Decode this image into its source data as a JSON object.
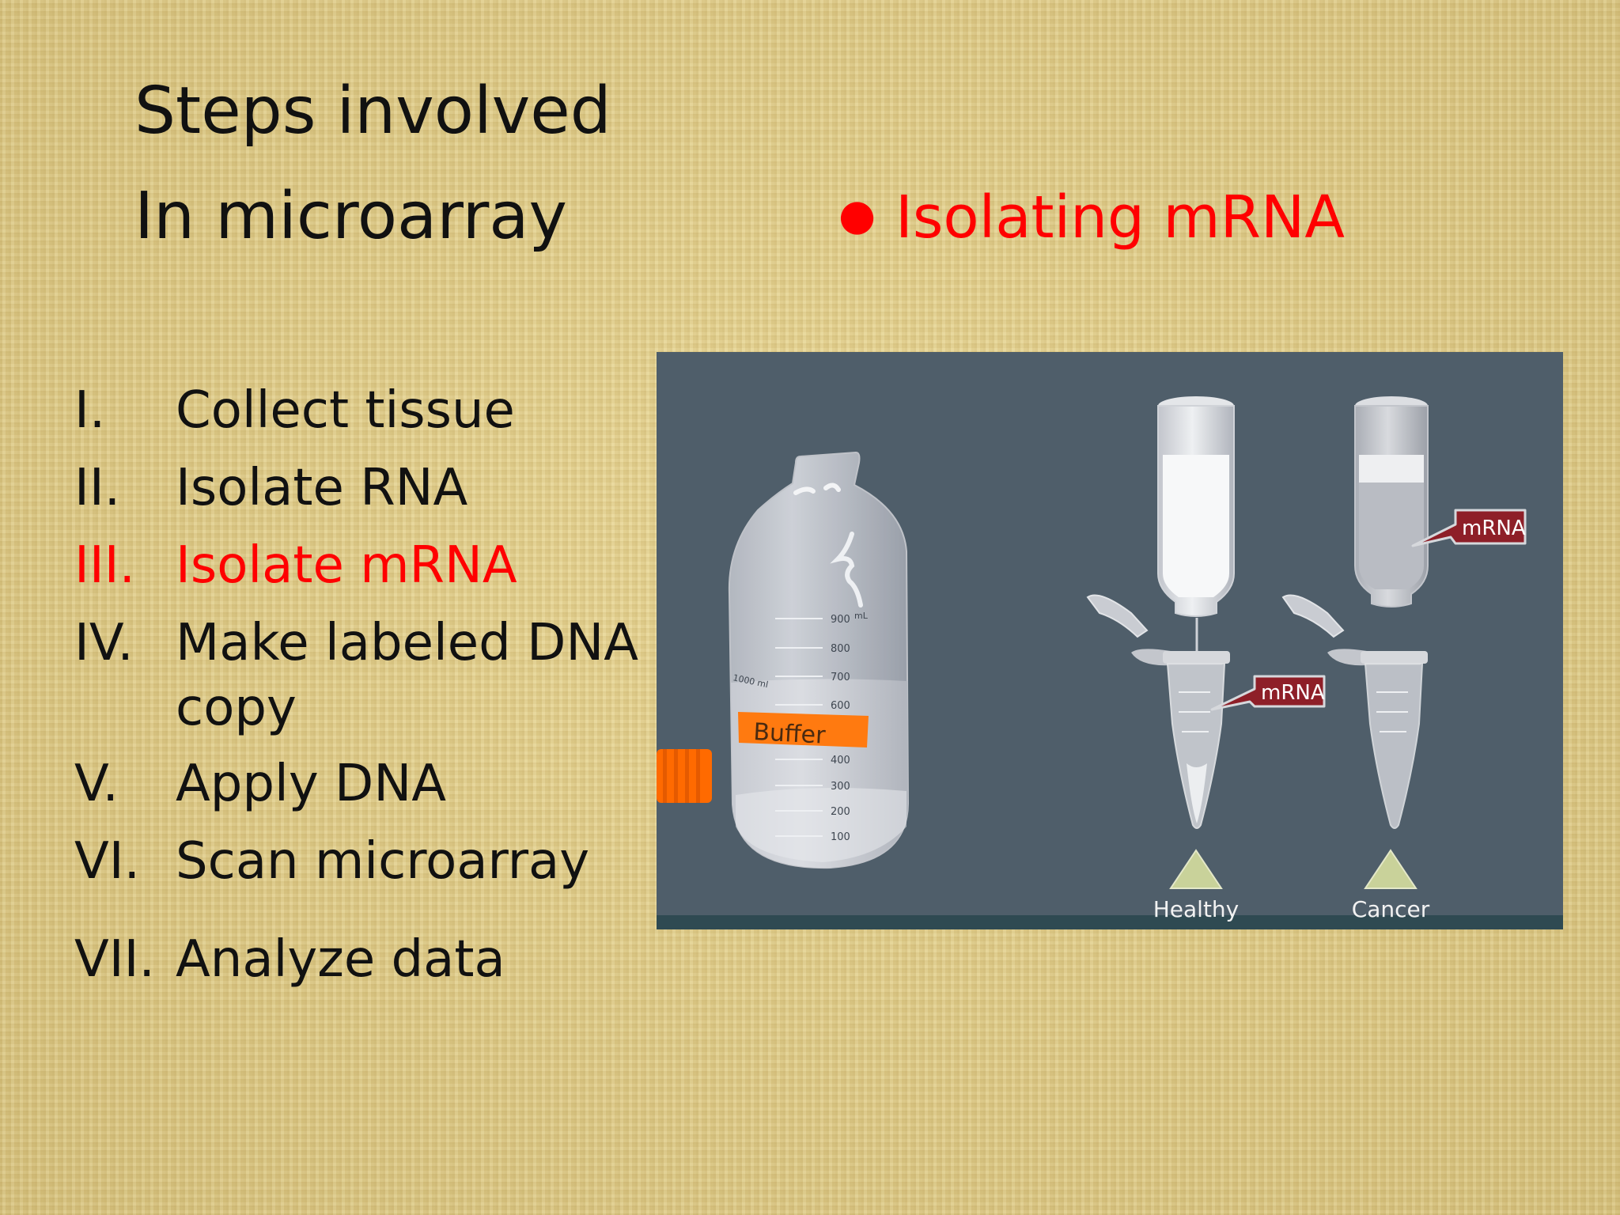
{
  "slide": {
    "title_line1": "Steps involved",
    "title_line2": "In microarray",
    "bullet": "Isolating mRNA",
    "highlight_color": "#ff0000",
    "text_color": "#111111",
    "bullet_icon": "bullet-dot"
  },
  "steps": [
    {
      "num": "I.",
      "text": "Collect tissue",
      "active": false
    },
    {
      "num": "II.",
      "text": "Isolate RNA",
      "active": false
    },
    {
      "num": "III.",
      "text": "Isolate mRNA",
      "active": true
    },
    {
      "num": "IV.",
      "text": "Make labeled DNA",
      "text2": "copy",
      "active": false
    },
    {
      "num": "V.",
      "text": "Apply DNA",
      "active": false
    },
    {
      "num": "VI.",
      "text": "Scan microarray",
      "active": false
    },
    {
      "num": "VII.",
      "text": "Analyze data",
      "active": false
    }
  ],
  "figure": {
    "background_color": "#4f5e6a",
    "bottle_label": "Buffer",
    "bottle_marks": [
      "900",
      "800",
      "700",
      "600",
      "400",
      "300",
      "200",
      "100"
    ],
    "bottle_unit": "mL",
    "bottle_side_mark": "1000 ml",
    "tag_label": "mRNA",
    "tube_labels": [
      "Healthy",
      "Cancer"
    ]
  }
}
